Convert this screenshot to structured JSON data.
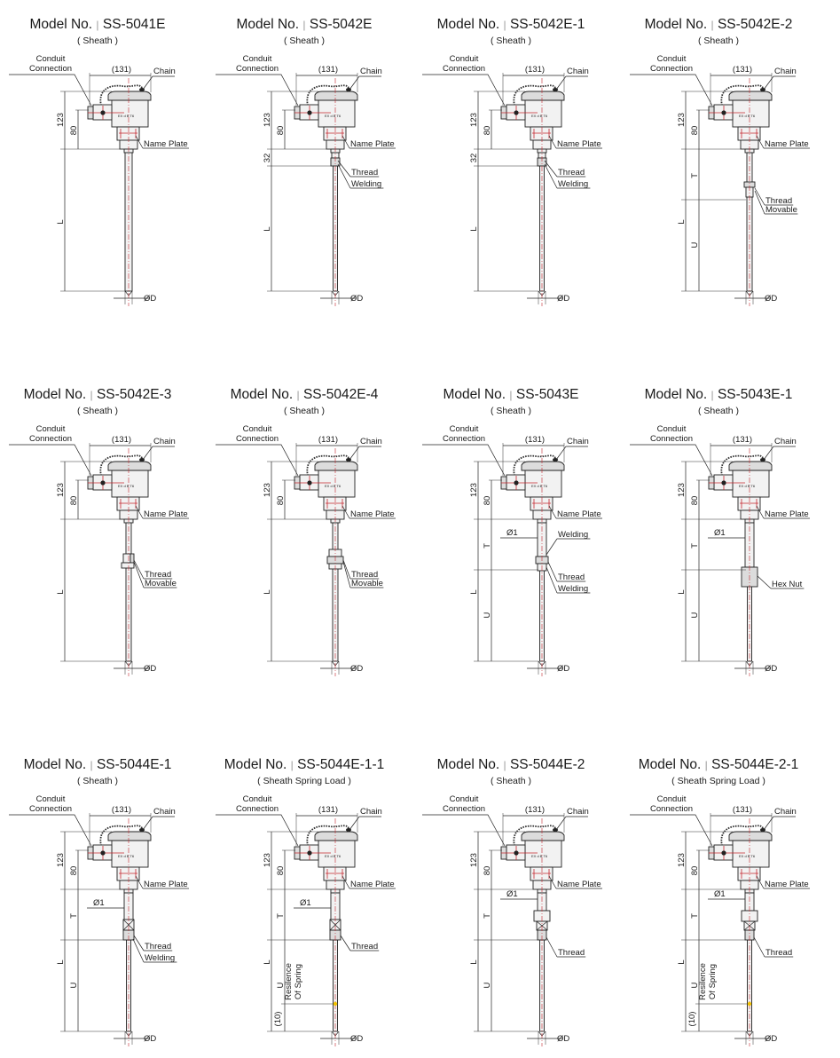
{
  "common": {
    "model_prefix": "Model No.",
    "separator": "|",
    "conduit_label": [
      "Conduit",
      "Connection"
    ],
    "width_dim": "(131)",
    "chain_label": "Chain",
    "name_plate_label": "Name Plate",
    "head_marking": "EX d B  T6",
    "spring_label": [
      "Resilence",
      "Of Spring"
    ]
  },
  "colors": {
    "centerline": "#c4262e",
    "spring_point": "#f2c200"
  },
  "diagrams": [
    {
      "model": "SS-5041E",
      "subtitle": "( Sheath )",
      "dim_labels": [
        "123",
        "80",
        "L"
      ],
      "diameter_labels": [
        "ØD"
      ],
      "callouts": []
    },
    {
      "model": "SS-5042E",
      "subtitle": "( Sheath )",
      "dim_labels": [
        "123",
        "80",
        "32",
        "L"
      ],
      "diameter_labels": [
        "ØD"
      ],
      "callouts": [
        "Thread",
        "Welding"
      ]
    },
    {
      "model": "SS-5042E-1",
      "subtitle": "( Sheath )",
      "dim_labels": [
        "123",
        "80",
        "32",
        "L"
      ],
      "diameter_labels": [
        "ØD"
      ],
      "callouts": [
        "Thread",
        "Welding"
      ]
    },
    {
      "model": "SS-5042E-2",
      "subtitle": "( Sheath )",
      "dim_labels": [
        "123",
        "80",
        "T",
        "L",
        "U"
      ],
      "diameter_labels": [
        "ØD"
      ],
      "callouts": [
        "Thread",
        "Movable"
      ]
    },
    {
      "model": "SS-5042E-3",
      "subtitle": "( Sheath )",
      "dim_labels": [
        "123",
        "80",
        "L"
      ],
      "diameter_labels": [
        "ØD"
      ],
      "callouts": [
        "Thread",
        "Movable"
      ]
    },
    {
      "model": "SS-5042E-4",
      "subtitle": "( Sheath )",
      "dim_labels": [
        "123",
        "80",
        "L"
      ],
      "diameter_labels": [
        "ØD"
      ],
      "callouts": [
        "Thread",
        "Movable"
      ]
    },
    {
      "model": "SS-5043E",
      "subtitle": "( Sheath )",
      "dim_labels": [
        "123",
        "80",
        "T",
        "L",
        "U"
      ],
      "diameter_labels": [
        "ØD",
        "Ø1"
      ],
      "callouts": [
        "Welding",
        "Thread",
        "Welding"
      ]
    },
    {
      "model": "SS-5043E-1",
      "subtitle": "( Sheath )",
      "dim_labels": [
        "123",
        "80",
        "T",
        "L",
        "U"
      ],
      "diameter_labels": [
        "ØD",
        "Ø1"
      ],
      "callouts": [
        "Hex Nut"
      ]
    },
    {
      "model": "SS-5044E-1",
      "subtitle": "( Sheath )",
      "dim_labels": [
        "123",
        "80",
        "T",
        "L",
        "U"
      ],
      "diameter_labels": [
        "ØD",
        "Ø1"
      ],
      "callouts": [
        "Thread",
        "Welding"
      ]
    },
    {
      "model": "SS-5044E-1-1",
      "subtitle": "( Sheath Spring Load )",
      "dim_labels": [
        "123",
        "80",
        "T",
        "L",
        "U",
        "(10)"
      ],
      "diameter_labels": [
        "ØD",
        "Ø1"
      ],
      "callouts": [
        "Thread"
      ]
    },
    {
      "model": "SS-5044E-2",
      "subtitle": "( Sheath )",
      "dim_labels": [
        "123",
        "80",
        "T",
        "L",
        "U"
      ],
      "diameter_labels": [
        "ØD",
        "Ø1"
      ],
      "callouts": [
        "Thread"
      ]
    },
    {
      "model": "SS-5044E-2-1",
      "subtitle": "( Sheath Spring Load )",
      "dim_labels": [
        "123",
        "80",
        "T",
        "L",
        "U",
        "(10)"
      ],
      "diameter_labels": [
        "ØD",
        "Ø1"
      ],
      "callouts": [
        "Thread"
      ]
    }
  ]
}
